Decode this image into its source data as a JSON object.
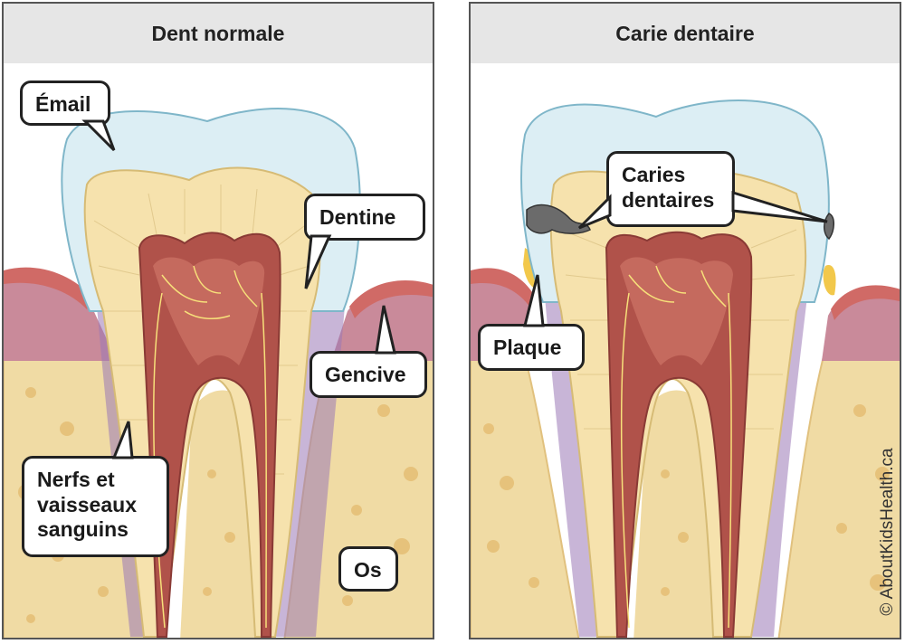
{
  "panels": {
    "normal": {
      "title": "Dent normale",
      "labels": {
        "email": "Émail",
        "dentine": "Dentine",
        "gencive": "Gencive",
        "nerfs": [
          "Nerfs et",
          "vaisseaux",
          "sanguins"
        ],
        "os": "Os"
      }
    },
    "carie": {
      "title": "Carie dentaire",
      "labels": {
        "caries": [
          "Caries",
          "dentaires"
        ],
        "plaque": "Plaque"
      }
    }
  },
  "credit": "© AboutKidsHealth.ca",
  "colors": {
    "enamel": "#dceef4",
    "dentin": "#f6e2ad",
    "pulp": "#b0524a",
    "gum": "#c96b6a",
    "bone": "#f0dba4",
    "decay": "#6b6b6b",
    "plaque": "#f2c84b"
  }
}
